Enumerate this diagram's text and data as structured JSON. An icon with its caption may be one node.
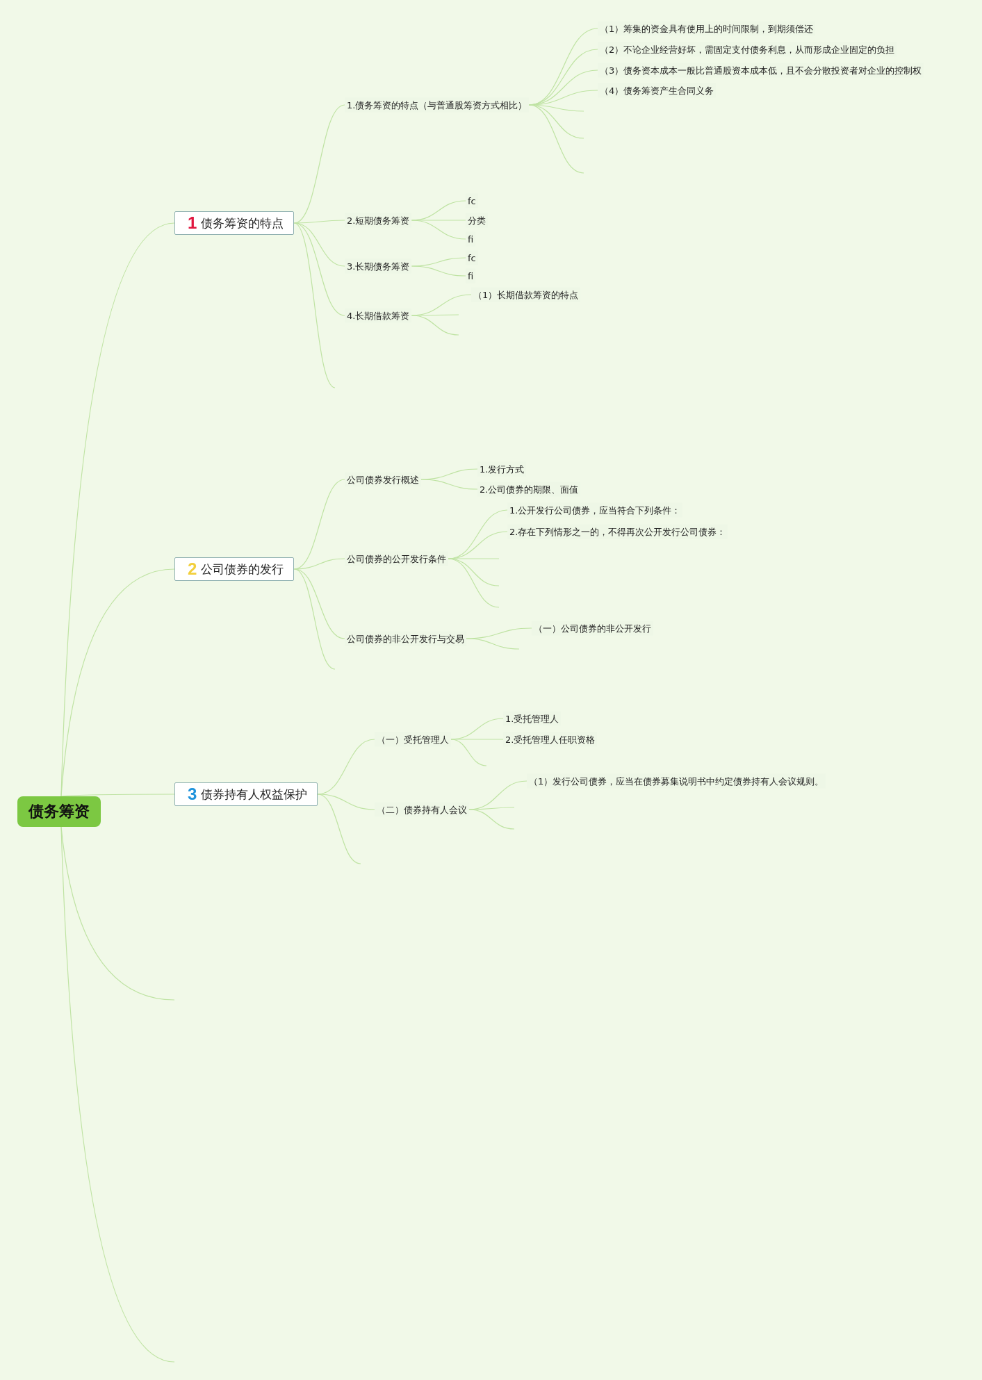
{
  "diagram": {
    "nodes": [
      {
        "text": [
          "债务筹资"
        ]
      },
      {
        "text": [
          "1",
          "债务筹资的特点"
        ]
      },
      {
        "text": [
          "1.债务筹资的特点（与普通股筹资方式相比）"
        ]
      },
      {
        "text": [
          "（1）筹集的资金具有使用上的时间限制，到期须偿还"
        ]
      },
      {
        "text": [
          "（2）不论企业经营好坏，需固定支付债务利息，从而形成企业固定的负担"
        ]
      },
      {
        "text": [
          "（3）债务资本成本一般比普通股资本成本低，且不会分散投资者对企业的控制权"
        ]
      },
      {
        "text": [
          "（4）债务筹资产生合同义务"
        ]
      },
      {
        "text": [
          "2.短期债务筹资"
        ]
      },
      {
        "text": [
          "fc"
        ]
      },
      {
        "text": [
          "分类"
        ]
      },
      {
        "text": [
          "fi"
        ]
      },
      {
        "text": [
          "3.长期债务筹资"
        ]
      },
      {
        "text": [
          "fc"
        ]
      },
      {
        "text": [
          "fi"
        ]
      },
      {
        "text": [
          "4.长期借款筹资"
        ]
      },
      {
        "text": [
          "（1）长期借款筹资的特点"
        ]
      },
      {
        "text": [
          "2",
          "公司债券的发行"
        ]
      },
      {
        "text": [
          "公司债券发行概述"
        ]
      },
      {
        "text": [
          "1.发行方式"
        ]
      },
      {
        "text": [
          "2.公司债券的期限、面值"
        ]
      },
      {
        "text": [
          "公司债券的公开发行条件"
        ]
      },
      {
        "text": [
          "1.公开发行公司债券，应当符合下列条件："
        ]
      },
      {
        "text": [
          "2.存在下列情形之一的，不得再次公开发行公司债券："
        ]
      },
      {
        "text": [
          "公司债券的非公开发行与交易"
        ]
      },
      {
        "text": [
          "（一）公司债券的非公开发行"
        ]
      },
      {
        "text": [
          "3",
          "债券持有人权益保护"
        ]
      },
      {
        "text": [
          "（一）受托管理人"
        ]
      },
      {
        "text": [
          "1.受托管理人"
        ]
      },
      {
        "text": [
          "2.受托管理人任职资格"
        ]
      },
      {
        "text": [
          "（二）债券持有人会议"
        ]
      },
      {
        "text": [
          "（1）发行公司债券，应当在债券募集说明书中约定债券持有人会议规则。"
        ]
      }
    ],
    "edges": [
      {
        "from": 0,
        "to": 1,
        "arrow": "none"
      },
      {
        "from": 0,
        "to": 16,
        "arrow": "none"
      },
      {
        "from": 0,
        "to": 25,
        "arrow": "none"
      },
      {
        "from": 0,
        "to": null,
        "arrow": "none"
      },
      {
        "from": 0,
        "to": null,
        "arrow": "none"
      },
      {
        "from": 1,
        "to": 2,
        "arrow": "none"
      },
      {
        "from": 1,
        "to": 7,
        "arrow": "none"
      },
      {
        "from": 1,
        "to": 11,
        "arrow": "none"
      },
      {
        "from": 1,
        "to": 14,
        "arrow": "none"
      },
      {
        "from": 1,
        "to": null,
        "arrow": "none"
      },
      {
        "from": 2,
        "to": 3,
        "arrow": "none"
      },
      {
        "from": 2,
        "to": 4,
        "arrow": "none"
      },
      {
        "from": 2,
        "to": 5,
        "arrow": "none"
      },
      {
        "from": 2,
        "to": 6,
        "arrow": "none"
      },
      {
        "from": 2,
        "to": null,
        "arrow": "none"
      },
      {
        "from": 2,
        "to": null,
        "arrow": "none"
      },
      {
        "from": 2,
        "to": null,
        "arrow": "none"
      },
      {
        "from": 7,
        "to": 8,
        "arrow": "none"
      },
      {
        "from": 7,
        "to": 9,
        "arrow": "none"
      },
      {
        "from": 7,
        "to": 10,
        "arrow": "none"
      },
      {
        "from": 11,
        "to": 12,
        "arrow": "none"
      },
      {
        "from": 11,
        "to": 13,
        "arrow": "none"
      },
      {
        "from": 14,
        "to": 15,
        "arrow": "none"
      },
      {
        "from": 14,
        "to": null,
        "arrow": "none"
      },
      {
        "from": 14,
        "to": null,
        "arrow": "none"
      },
      {
        "from": 16,
        "to": 17,
        "arrow": "none"
      },
      {
        "from": 16,
        "to": 20,
        "arrow": "none"
      },
      {
        "from": 16,
        "to": 23,
        "arrow": "none"
      },
      {
        "from": 16,
        "to": null,
        "arrow": "none"
      },
      {
        "from": 17,
        "to": 18,
        "arrow": "none"
      },
      {
        "from": 17,
        "to": 19,
        "arrow": "none"
      },
      {
        "from": 20,
        "to": 21,
        "arrow": "none"
      },
      {
        "from": 20,
        "to": 22,
        "arrow": "none"
      },
      {
        "from": 20,
        "to": null,
        "arrow": "none"
      },
      {
        "from": 20,
        "to": null,
        "arrow": "none"
      },
      {
        "from": 20,
        "to": null,
        "arrow": "none"
      },
      {
        "from": 23,
        "to": 24,
        "arrow": "none"
      },
      {
        "from": 23,
        "to": null,
        "arrow": "none"
      },
      {
        "from": 25,
        "to": 26,
        "arrow": "none"
      },
      {
        "from": 25,
        "to": 29,
        "arrow": "none"
      },
      {
        "from": 25,
        "to": null,
        "arrow": "none"
      },
      {
        "from": 26,
        "to": 27,
        "arrow": "none"
      },
      {
        "from": 26,
        "to": 28,
        "arrow": "none"
      },
      {
        "from": 26,
        "to": null,
        "arrow": "none"
      },
      {
        "from": 29,
        "to": 30,
        "arrow": "none"
      },
      {
        "from": 29,
        "to": null,
        "arrow": "none"
      },
      {
        "from": 29,
        "to": null,
        "arrow": "none"
      }
    ]
  }
}
